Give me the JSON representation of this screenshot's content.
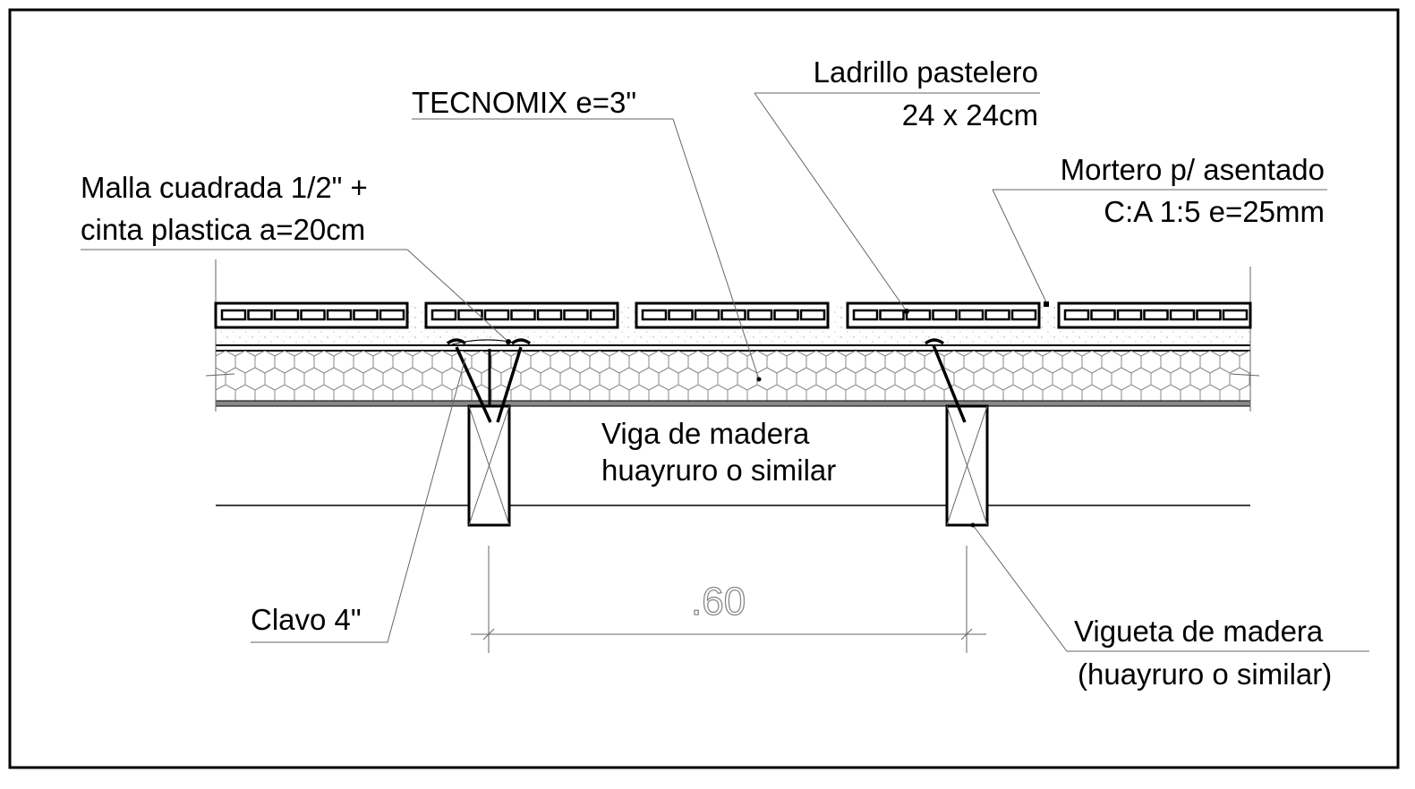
{
  "labels": {
    "tecnomix": "TECNOMIX e=3\"",
    "ladrillo_1": "Ladrillo pastelero",
    "ladrillo_2": "24 x 24cm",
    "mortero_1": "Mortero p/ asentado",
    "mortero_2": "C:A 1:5 e=25mm",
    "malla_1": "Malla cuadrada 1/2\" +",
    "malla_2": "cinta plastica a=20cm",
    "viga_1": "Viga de madera",
    "viga_2": "huayruro o similar",
    "clavo": "Clavo 4\"",
    "vigueta_1": "Vigueta de madera",
    "vigueta_2": "(huayruro o similar)"
  },
  "dimension": ".60"
}
